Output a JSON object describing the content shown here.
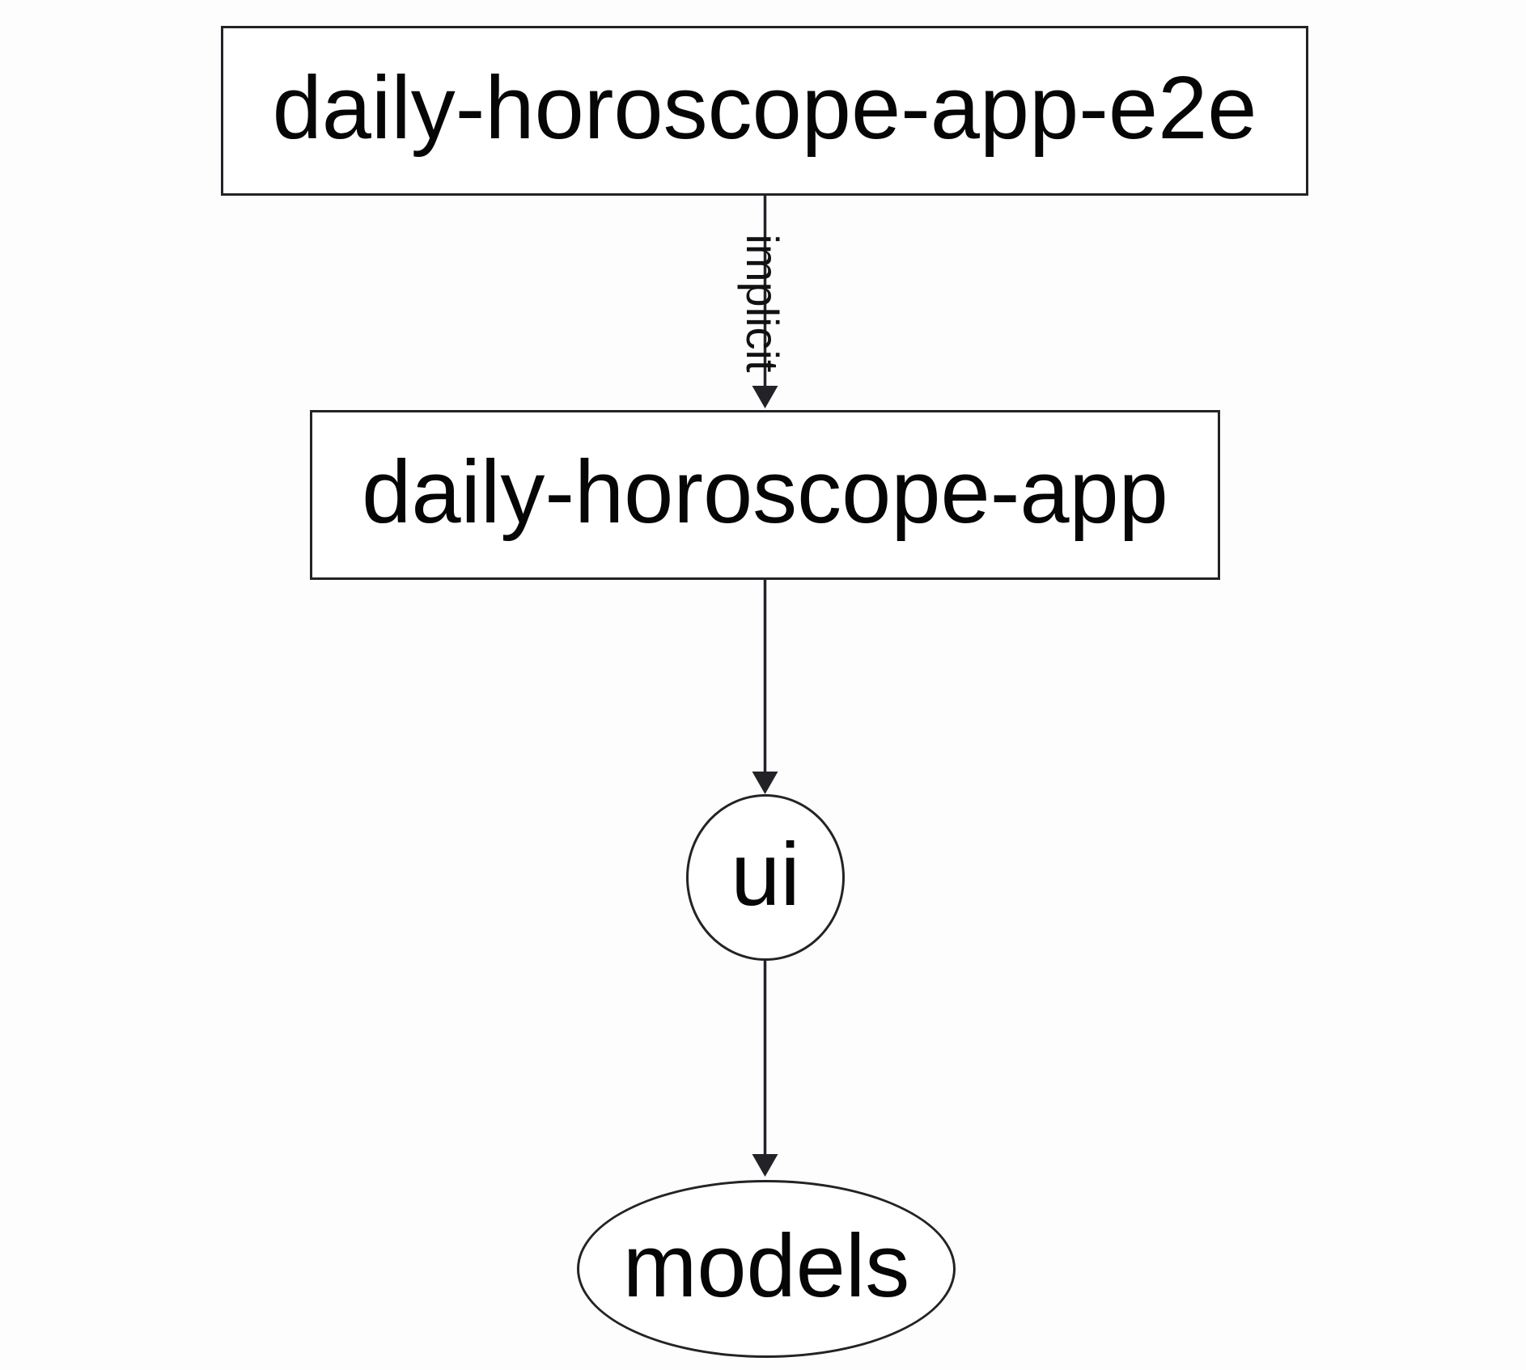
{
  "diagram": {
    "type": "dependency-graph",
    "nodes": [
      {
        "id": "daily-horoscope-app-e2e",
        "label": "daily-horoscope-app-e2e",
        "shape": "rectangle"
      },
      {
        "id": "daily-horoscope-app",
        "label": "daily-horoscope-app",
        "shape": "rectangle"
      },
      {
        "id": "ui",
        "label": "ui",
        "shape": "ellipse"
      },
      {
        "id": "models",
        "label": "models",
        "shape": "ellipse"
      }
    ],
    "edges": [
      {
        "from": "daily-horoscope-app-e2e",
        "to": "daily-horoscope-app",
        "label": "implicit",
        "style": "arrow"
      },
      {
        "from": "daily-horoscope-app",
        "to": "ui",
        "label": "",
        "style": "arrow"
      },
      {
        "from": "ui",
        "to": "models",
        "label": "",
        "style": "arrow"
      }
    ],
    "colors": {
      "background": "#fdfdfd",
      "node_fill": "#ffffff",
      "stroke": "#232327",
      "text": "#060606"
    }
  }
}
